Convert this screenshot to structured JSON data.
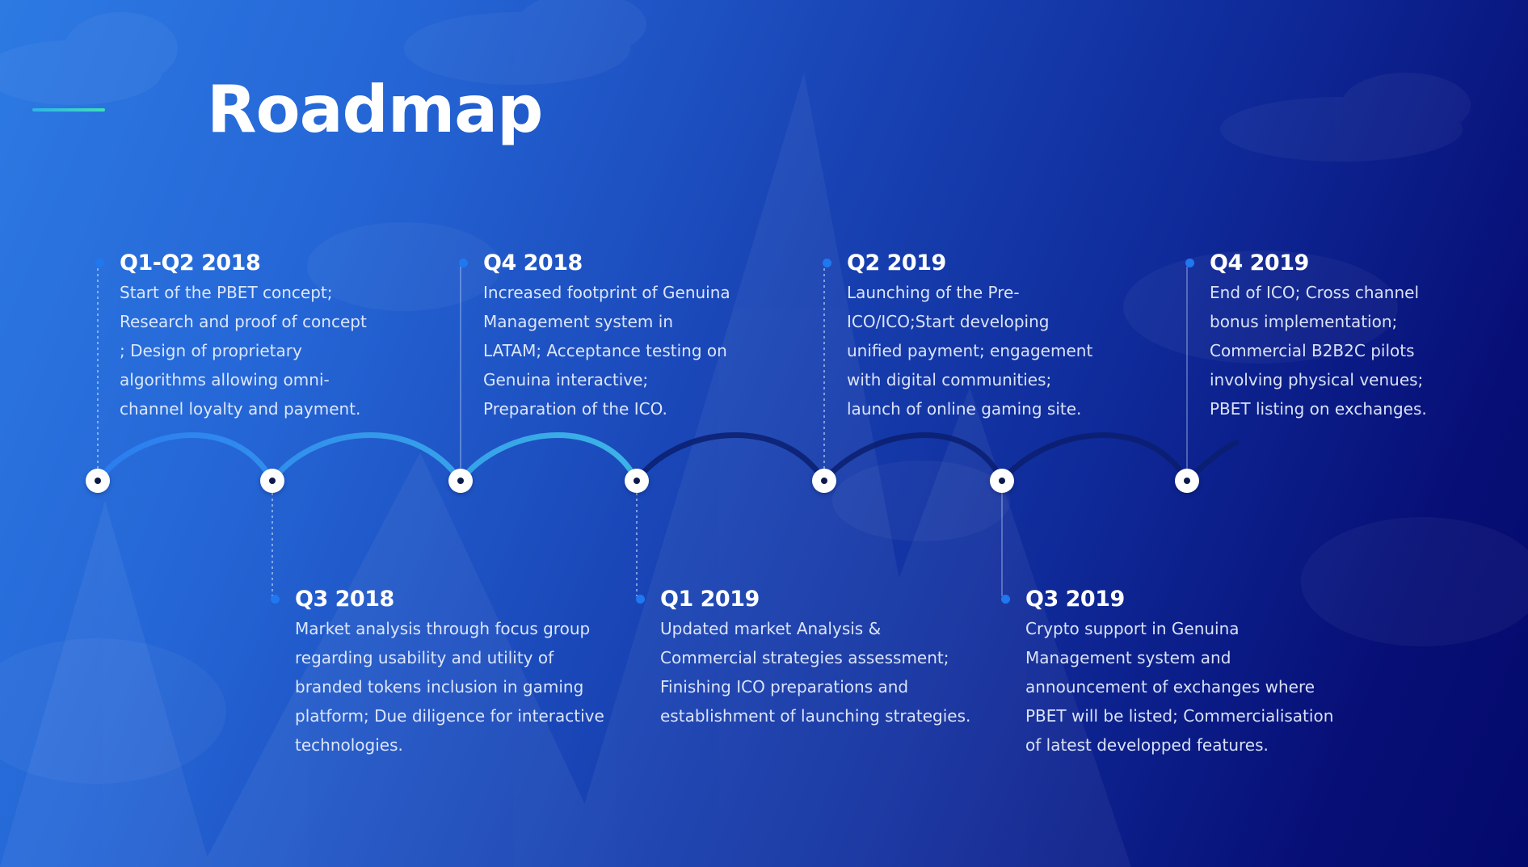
{
  "page": {
    "title": "Roadmap"
  },
  "colors": {
    "accent_gradient_start": "#2fb4e8",
    "accent_gradient_end": "#3ee0b8",
    "wave_active_start": "#2b7cf0",
    "wave_active_end": "#3cb4e6",
    "wave_inactive": "#0b1f6e",
    "milestone_dot": "#1f78f0",
    "text_primary": "#ffffff"
  },
  "timeline": {
    "milestones": [
      {
        "date": "Q1-Q2 2018",
        "lines": [
          "Start of the PBET concept;",
          "Research and proof of concept",
          "; Design of proprietary",
          "algorithms allowing omni-",
          "channel loyalty and payment."
        ]
      },
      {
        "date": "Q3 2018",
        "lines": [
          "Market analysis through focus group",
          "regarding usability and utility of",
          "branded tokens inclusion in gaming",
          "platform; Due diligence for interactive",
          "technologies."
        ]
      },
      {
        "date": "Q4 2018",
        "lines": [
          "Increased footprint of Genuina",
          "Management system in",
          "LATAM; Acceptance testing on",
          "Genuina interactive;",
          "Preparation of the ICO."
        ]
      },
      {
        "date": "Q1 2019",
        "lines": [
          "Updated market Analysis &",
          "Commercial strategies assessment;",
          "Finishing ICO preparations and",
          "establishment of launching strategies."
        ]
      },
      {
        "date": "Q2 2019",
        "lines": [
          "Launching of the Pre-",
          "ICO/ICO;Start developing",
          "unified payment; engagement",
          "with digital communities;",
          "launch of online gaming site."
        ]
      },
      {
        "date": "Q3 2019",
        "lines": [
          "Crypto support in Genuina",
          "Management system and",
          "announcement of exchanges where",
          "PBET will be listed; Commercialisation",
          "of latest developped features."
        ]
      },
      {
        "date": "Q4 2019",
        "lines": [
          "End of ICO; Cross channel",
          "bonus implementation;",
          "Commercial B2B2C pilots",
          "involving physical venues;",
          "PBET listing on exchanges."
        ]
      }
    ]
  }
}
